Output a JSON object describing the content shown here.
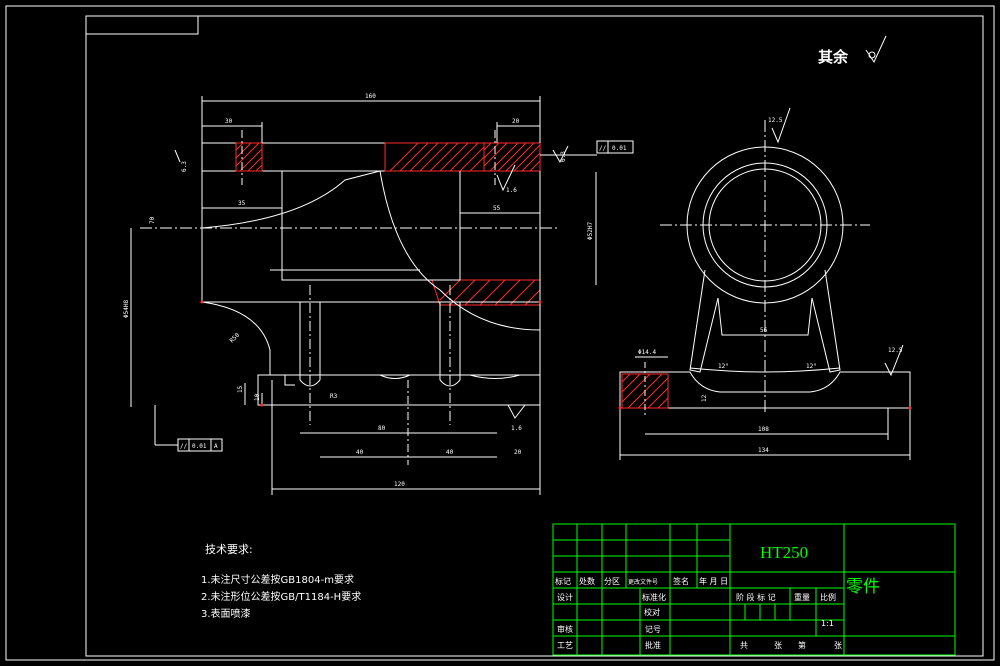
{
  "roughness_note": {
    "prefix": "其余",
    "symbol": "▽"
  },
  "front_view": {
    "dims": {
      "overall_width": "160",
      "left_boss": "30",
      "right_boss": "20",
      "left_step": "6.3",
      "right_step": "6.3",
      "bore_left": "35",
      "bore_right": "55",
      "height": "70",
      "bore_dia": "Φ52H7",
      "left_height": "Φ54H8",
      "radius": "R50",
      "base_small": "10",
      "base_mid": "15",
      "center_span": "80",
      "spacing_1": "40",
      "spacing_2": "40",
      "spacing_3": "20",
      "base_length": "120",
      "r_small": "R3"
    },
    "roughness_top": "1.6",
    "roughness_bottom": "1.6",
    "tolerance_top": {
      "symbol": "//",
      "value": "0.01"
    },
    "tolerance_bottom": {
      "symbol": "//",
      "value": "0.01",
      "datum": "A"
    }
  },
  "side_view": {
    "dims": {
      "roughness_top": "12.5",
      "roughness_right": "12.5",
      "hole": "Φ14.4",
      "rib": "56",
      "angle_left": "12°",
      "angle_right": "12°",
      "base_small": "12",
      "base_inner": "108",
      "base_total": "134"
    }
  },
  "tech_req": {
    "title": "技术要求:",
    "items": [
      "1.未注尺寸公差按GB1804-m要求",
      "2.未注形位公差按GB/T1184-H要求",
      "3.表面喷漆"
    ]
  },
  "title_block": {
    "material": "HT250",
    "part_name": "零件",
    "rev_headers": [
      "标记",
      "处数",
      "分区",
      "更改文件号",
      "签名",
      "年 月 日"
    ],
    "row_design": "设计",
    "row_std": "标准化",
    "row_check": "审核",
    "row_craft": "工艺",
    "row_review": "校对",
    "row_record": "记号",
    "row_approve": "批准",
    "stage_label": "阶 段 标 记",
    "weight_label": "重量",
    "scale_label": "比例",
    "scale_value": "1:1",
    "sheet_total": "共",
    "sheet_unit": "张",
    "sheet_no": "第",
    "sheet_unit2": "张"
  }
}
